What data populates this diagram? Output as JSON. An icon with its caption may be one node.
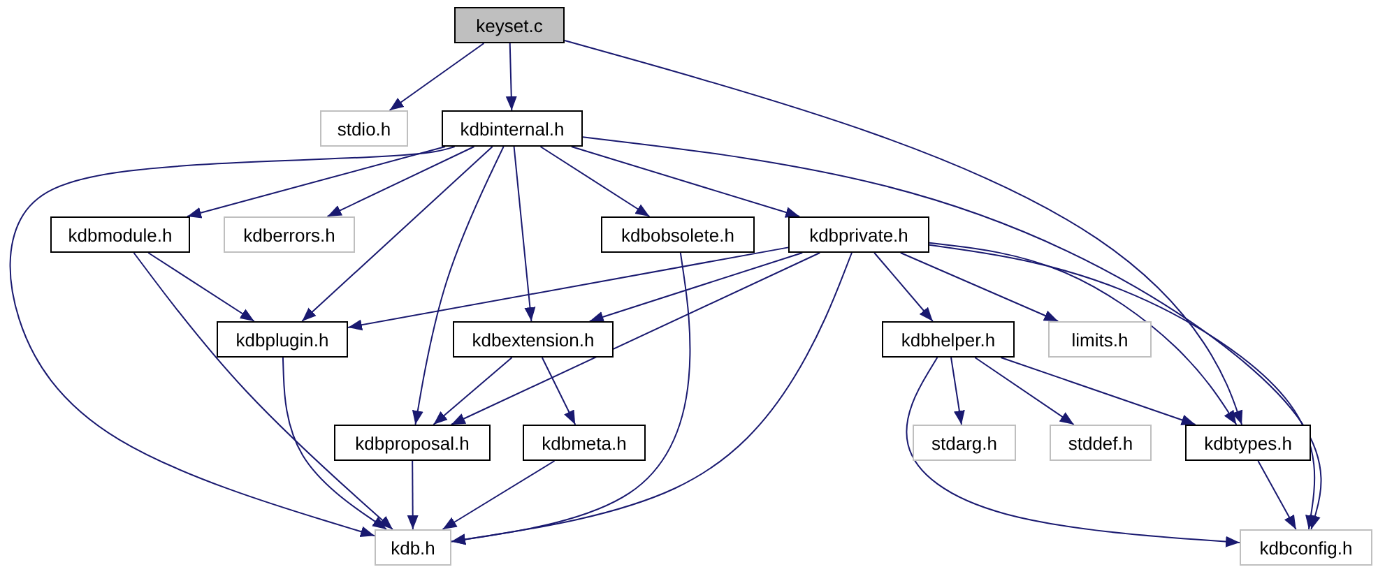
{
  "diagram": {
    "nodes": [
      {
        "text": [
          "keyset.c"
        ]
      },
      {
        "text": [
          "stdio.h"
        ]
      },
      {
        "text": [
          "kdbinternal.h"
        ]
      },
      {
        "text": [
          "kdbmodule.h"
        ]
      },
      {
        "text": [
          "kdberrors.h"
        ]
      },
      {
        "text": [
          "kdbobsolete.h"
        ]
      },
      {
        "text": [
          "kdbprivate.h"
        ]
      },
      {
        "text": [
          "kdbplugin.h"
        ]
      },
      {
        "text": [
          "kdbextension.h"
        ]
      },
      {
        "text": [
          "kdbhelper.h"
        ]
      },
      {
        "text": [
          "limits.h"
        ]
      },
      {
        "text": [
          "kdbproposal.h"
        ]
      },
      {
        "text": [
          "kdbmeta.h"
        ]
      },
      {
        "text": [
          "stdarg.h"
        ]
      },
      {
        "text": [
          "stddef.h"
        ]
      },
      {
        "text": [
          "kdbtypes.h"
        ]
      },
      {
        "text": [
          "kdb.h"
        ]
      },
      {
        "text": [
          "kdbconfig.h"
        ]
      }
    ],
    "edges": [
      {
        "from": 0,
        "to": 1,
        "arrow": "to"
      },
      {
        "from": 0,
        "to": 2,
        "arrow": "to"
      },
      {
        "from": 0,
        "to": 15,
        "arrow": "to"
      },
      {
        "from": 2,
        "to": 16,
        "arrow": "to"
      },
      {
        "from": 2,
        "to": 3,
        "arrow": "to"
      },
      {
        "from": 2,
        "to": 4,
        "arrow": "to"
      },
      {
        "from": 2,
        "to": 7,
        "arrow": "to"
      },
      {
        "from": 2,
        "to": 11,
        "arrow": "to"
      },
      {
        "from": 2,
        "to": 8,
        "arrow": "to"
      },
      {
        "from": 2,
        "to": 5,
        "arrow": "to"
      },
      {
        "from": 2,
        "to": 6,
        "arrow": "to"
      },
      {
        "from": 2,
        "to": 17,
        "arrow": "to"
      },
      {
        "from": 3,
        "to": 7,
        "arrow": "to"
      },
      {
        "from": 3,
        "to": 16,
        "arrow": "to"
      },
      {
        "from": 5,
        "to": 16,
        "arrow": "to"
      },
      {
        "from": 6,
        "to": 7,
        "arrow": "to"
      },
      {
        "from": 6,
        "to": 8,
        "arrow": "to"
      },
      {
        "from": 6,
        "to": 11,
        "arrow": "to"
      },
      {
        "from": 6,
        "to": 16,
        "arrow": "to"
      },
      {
        "from": 6,
        "to": 9,
        "arrow": "to"
      },
      {
        "from": 6,
        "to": 10,
        "arrow": "to"
      },
      {
        "from": 6,
        "to": 15,
        "arrow": "to"
      },
      {
        "from": 6,
        "to": 17,
        "arrow": "to"
      },
      {
        "from": 7,
        "to": 16,
        "arrow": "to"
      },
      {
        "from": 8,
        "to": 11,
        "arrow": "to"
      },
      {
        "from": 8,
        "to": 12,
        "arrow": "to"
      },
      {
        "from": 9,
        "to": 13,
        "arrow": "to"
      },
      {
        "from": 9,
        "to": 14,
        "arrow": "to"
      },
      {
        "from": 9,
        "to": 15,
        "arrow": "to"
      },
      {
        "from": 9,
        "to": 17,
        "arrow": "to"
      },
      {
        "from": 11,
        "to": 16,
        "arrow": "to"
      },
      {
        "from": 12,
        "to": 16,
        "arrow": "to"
      },
      {
        "from": 15,
        "to": 17,
        "arrow": "to"
      }
    ]
  }
}
